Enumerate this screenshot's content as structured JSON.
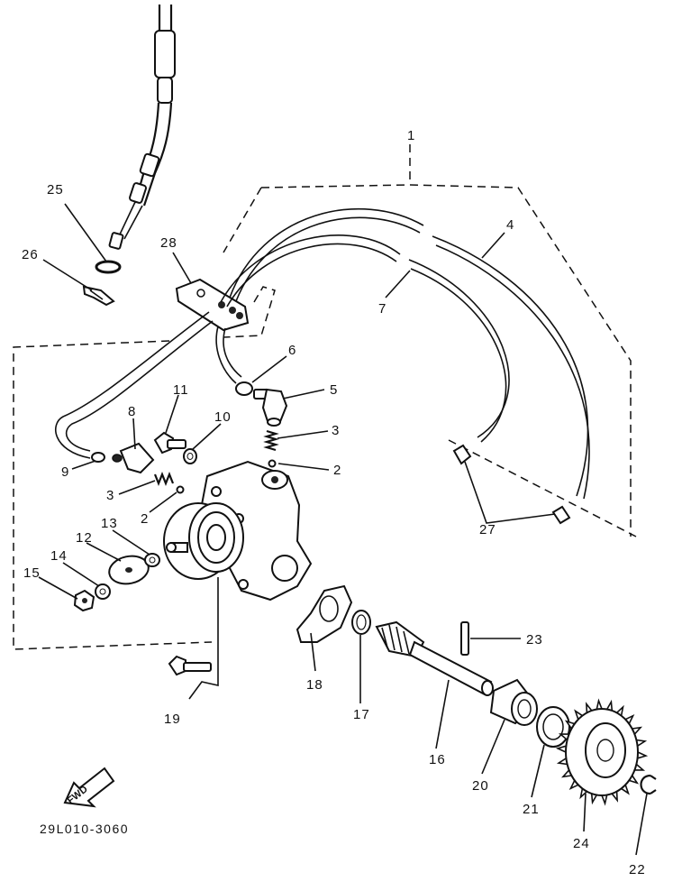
{
  "diagram_code": "29L010-3060",
  "fwd_label": "FWD",
  "callouts": [
    {
      "id": "c1",
      "text": "1"
    },
    {
      "id": "c2a",
      "text": "2"
    },
    {
      "id": "c2b",
      "text": "2"
    },
    {
      "id": "c3a",
      "text": "3"
    },
    {
      "id": "c3b",
      "text": "3"
    },
    {
      "id": "c4",
      "text": "4"
    },
    {
      "id": "c5",
      "text": "5"
    },
    {
      "id": "c6",
      "text": "6"
    },
    {
      "id": "c7",
      "text": "7"
    },
    {
      "id": "c8",
      "text": "8"
    },
    {
      "id": "c9",
      "text": "9"
    },
    {
      "id": "c10",
      "text": "10"
    },
    {
      "id": "c11",
      "text": "11"
    },
    {
      "id": "c12",
      "text": "12"
    },
    {
      "id": "c13",
      "text": "13"
    },
    {
      "id": "c14",
      "text": "14"
    },
    {
      "id": "c15",
      "text": "15"
    },
    {
      "id": "c16",
      "text": "16"
    },
    {
      "id": "c17",
      "text": "17"
    },
    {
      "id": "c18",
      "text": "18"
    },
    {
      "id": "c19",
      "text": "19"
    },
    {
      "id": "c20",
      "text": "20"
    },
    {
      "id": "c21",
      "text": "21"
    },
    {
      "id": "c22",
      "text": "22"
    },
    {
      "id": "c23",
      "text": "23"
    },
    {
      "id": "c24",
      "text": "24"
    },
    {
      "id": "c25",
      "text": "25"
    },
    {
      "id": "c26",
      "text": "26"
    },
    {
      "id": "c27",
      "text": "27"
    },
    {
      "id": "c28",
      "text": "28"
    }
  ]
}
